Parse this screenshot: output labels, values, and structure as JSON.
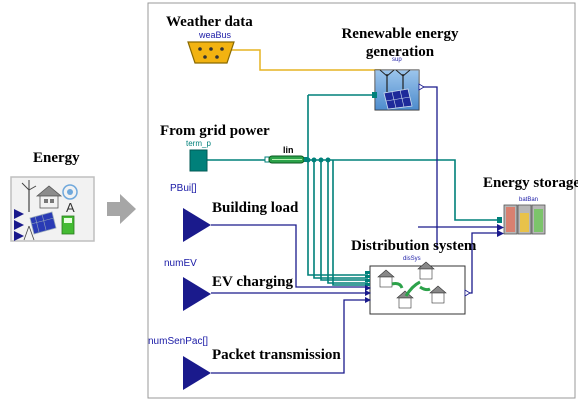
{
  "left_block": {
    "title": "Energy"
  },
  "blocks": {
    "weather": {
      "title": "Weather data",
      "instance": "weaBus"
    },
    "renewable": {
      "title_line1": "Renewable energy",
      "title_line2": "generation",
      "instance": "sup"
    },
    "grid": {
      "title": "From grid power",
      "instance": "term_p",
      "line_label": "lin"
    },
    "storage": {
      "title": "Energy storage",
      "instance": "batBan"
    },
    "building": {
      "title": "Building load",
      "port": "PBui[]"
    },
    "distribution": {
      "title": "Distribution system",
      "instance": "disSys"
    },
    "ev": {
      "title": "EV charging",
      "port": "numEV"
    },
    "packet": {
      "title": "Packet transmission",
      "port": "numSenPac[]"
    }
  },
  "colors": {
    "power_line": "#00807a",
    "signal_line": "#1a1a8c",
    "weather_line": "#e6b422",
    "frame_border": "#999999"
  }
}
